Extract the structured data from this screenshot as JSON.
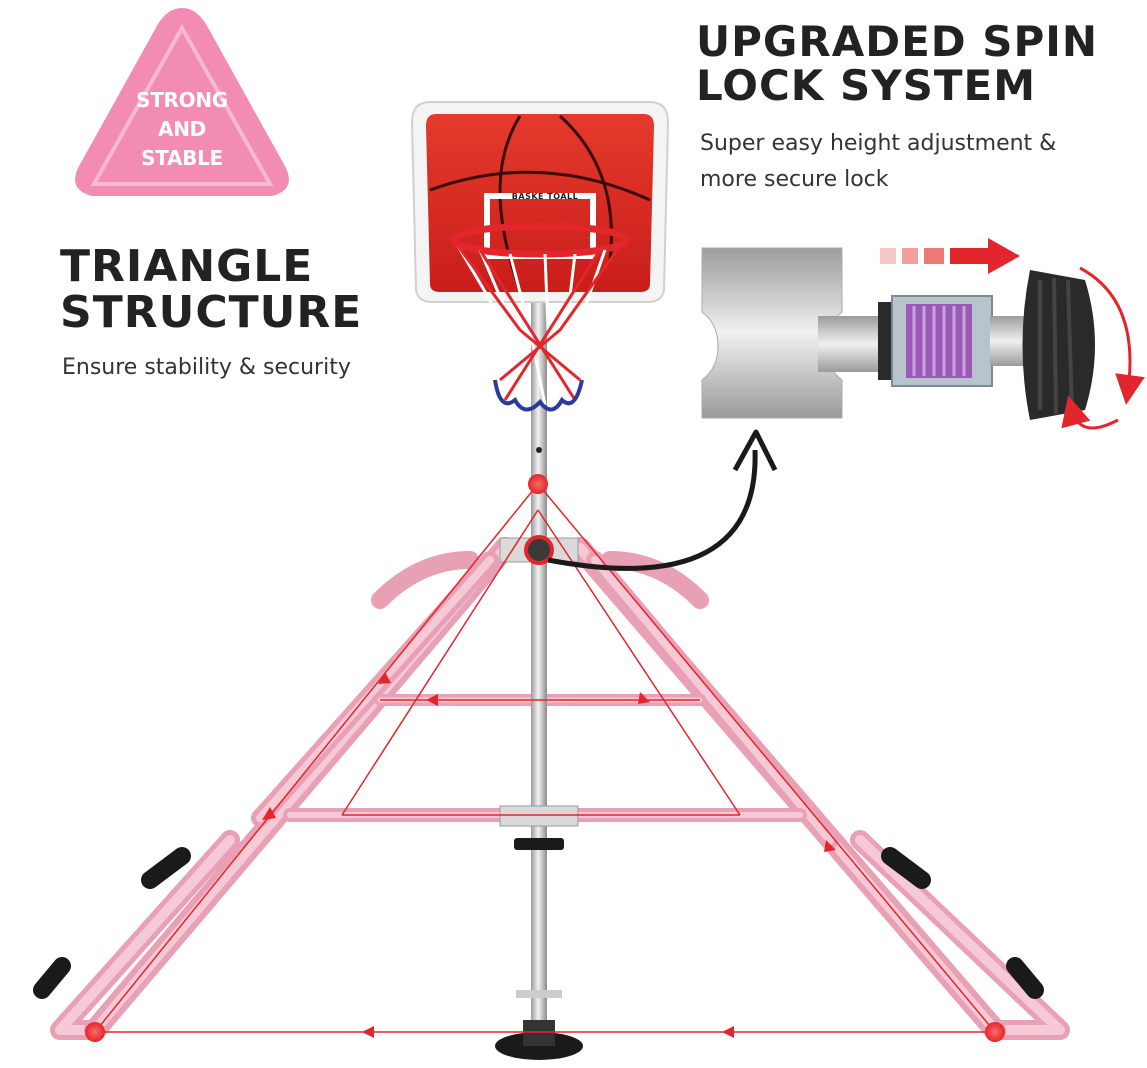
{
  "badge": {
    "lines": [
      "STRONG",
      "AND",
      "STABLE"
    ],
    "color": "#f28cb4"
  },
  "triangle": {
    "heading_lines": [
      "TRIANGLE",
      "STRUCTURE"
    ],
    "subtitle": "Ensure stability & security"
  },
  "spin_lock": {
    "heading_lines": [
      "UPGRADED SPIN",
      "LOCK SYSTEM"
    ],
    "subtitle_lines": [
      "Super easy height adjustment &",
      "more secure lock"
    ]
  },
  "backboard": {
    "label": "BASKE TOALL",
    "color": "#d8231f"
  },
  "colors": {
    "frame": "#f2b8c8",
    "accent_red": "#e3262b",
    "pole": "#c9c9c9",
    "text": "#222222"
  }
}
